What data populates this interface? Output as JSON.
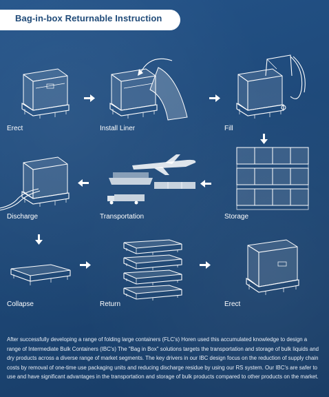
{
  "title": "Bag-in-box Returnable Instruction",
  "steps": {
    "erect1": "Erect",
    "install": "Install Liner",
    "fill": "Fill",
    "discharge": "Discharge",
    "transportation": "Transportation",
    "storage": "Storage",
    "collapse": "Collapse",
    "return": "Return",
    "erect2": "Erect"
  },
  "description": "After successfully developing a range of folding large containers (FLC's) Horen used this accumulated knowledge to design a range of Intermediate Bulk Containers (IBC's) The \"Bag in Box\" solutions targets the transportation and storage of bulk liquids and dry products across a diverse range of market segments. The key drivers in our IBC design focus on the reduction of supply chain costs by removal of one-time use packaging units and reducing discharge residue by using our RS system. Our IBC's are safer to use and have significant advantages in the transportation and storage of bulk products compared to other products on the market.",
  "colors": {
    "background": "#1f4a78",
    "title_tab": "#ffffff",
    "title_text": "#1f4a78"
  },
  "icons": [
    "arrow-right-icon",
    "arrow-left-icon",
    "arrow-down-icon"
  ]
}
